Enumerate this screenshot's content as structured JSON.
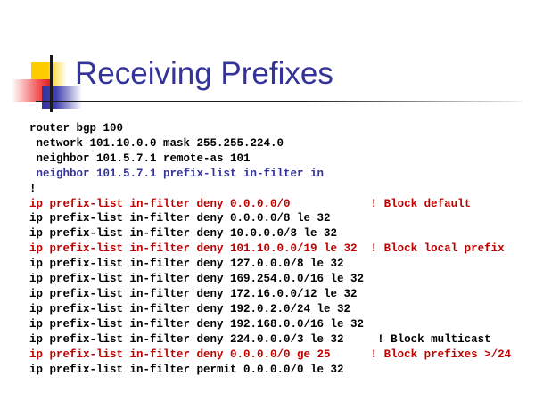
{
  "slide": {
    "title": "Receiving Prefixes",
    "title_color": "#333399",
    "accent_colors": {
      "yellow": "#ffcc00",
      "red": "#e01b1b",
      "blue": "#333399",
      "rule": "#1a1a1a"
    }
  },
  "code": {
    "colors": {
      "black": "#000000",
      "blue": "#333399",
      "red": "#c00000"
    },
    "lines": [
      {
        "text": "router bgp 100",
        "color": "black"
      },
      {
        "text": " network 101.10.0.0 mask 255.255.224.0",
        "color": "black"
      },
      {
        "text": " neighbor 101.5.7.1 remote-as 101",
        "color": "black"
      },
      {
        "text": " neighbor 101.5.7.1 prefix-list in-filter in",
        "color": "blue"
      },
      {
        "text": "!",
        "color": "black"
      },
      {
        "text": "ip prefix-list in-filter deny 0.0.0.0/0            ! Block default",
        "color": "red"
      },
      {
        "text": "ip prefix-list in-filter deny 0.0.0.0/8 le 32",
        "color": "black"
      },
      {
        "text": "ip prefix-list in-filter deny 10.0.0.0/8 le 32",
        "color": "black"
      },
      {
        "text": "ip prefix-list in-filter deny 101.10.0.0/19 le 32  ! Block local prefix",
        "color": "red"
      },
      {
        "text": "ip prefix-list in-filter deny 127.0.0.0/8 le 32",
        "color": "black"
      },
      {
        "text": "ip prefix-list in-filter deny 169.254.0.0/16 le 32",
        "color": "black"
      },
      {
        "text": "ip prefix-list in-filter deny 172.16.0.0/12 le 32",
        "color": "black"
      },
      {
        "text": "ip prefix-list in-filter deny 192.0.2.0/24 le 32",
        "color": "black"
      },
      {
        "text": "ip prefix-list in-filter deny 192.168.0.0/16 le 32",
        "color": "black"
      },
      {
        "text": "ip prefix-list in-filter deny 224.0.0.0/3 le 32     ! Block multicast",
        "color": "black"
      },
      {
        "text": "ip prefix-list in-filter deny 0.0.0.0/0 ge 25      ! Block prefixes >/24",
        "color": "red"
      },
      {
        "text": "ip prefix-list in-filter permit 0.0.0.0/0 le 32",
        "color": "black"
      }
    ]
  }
}
